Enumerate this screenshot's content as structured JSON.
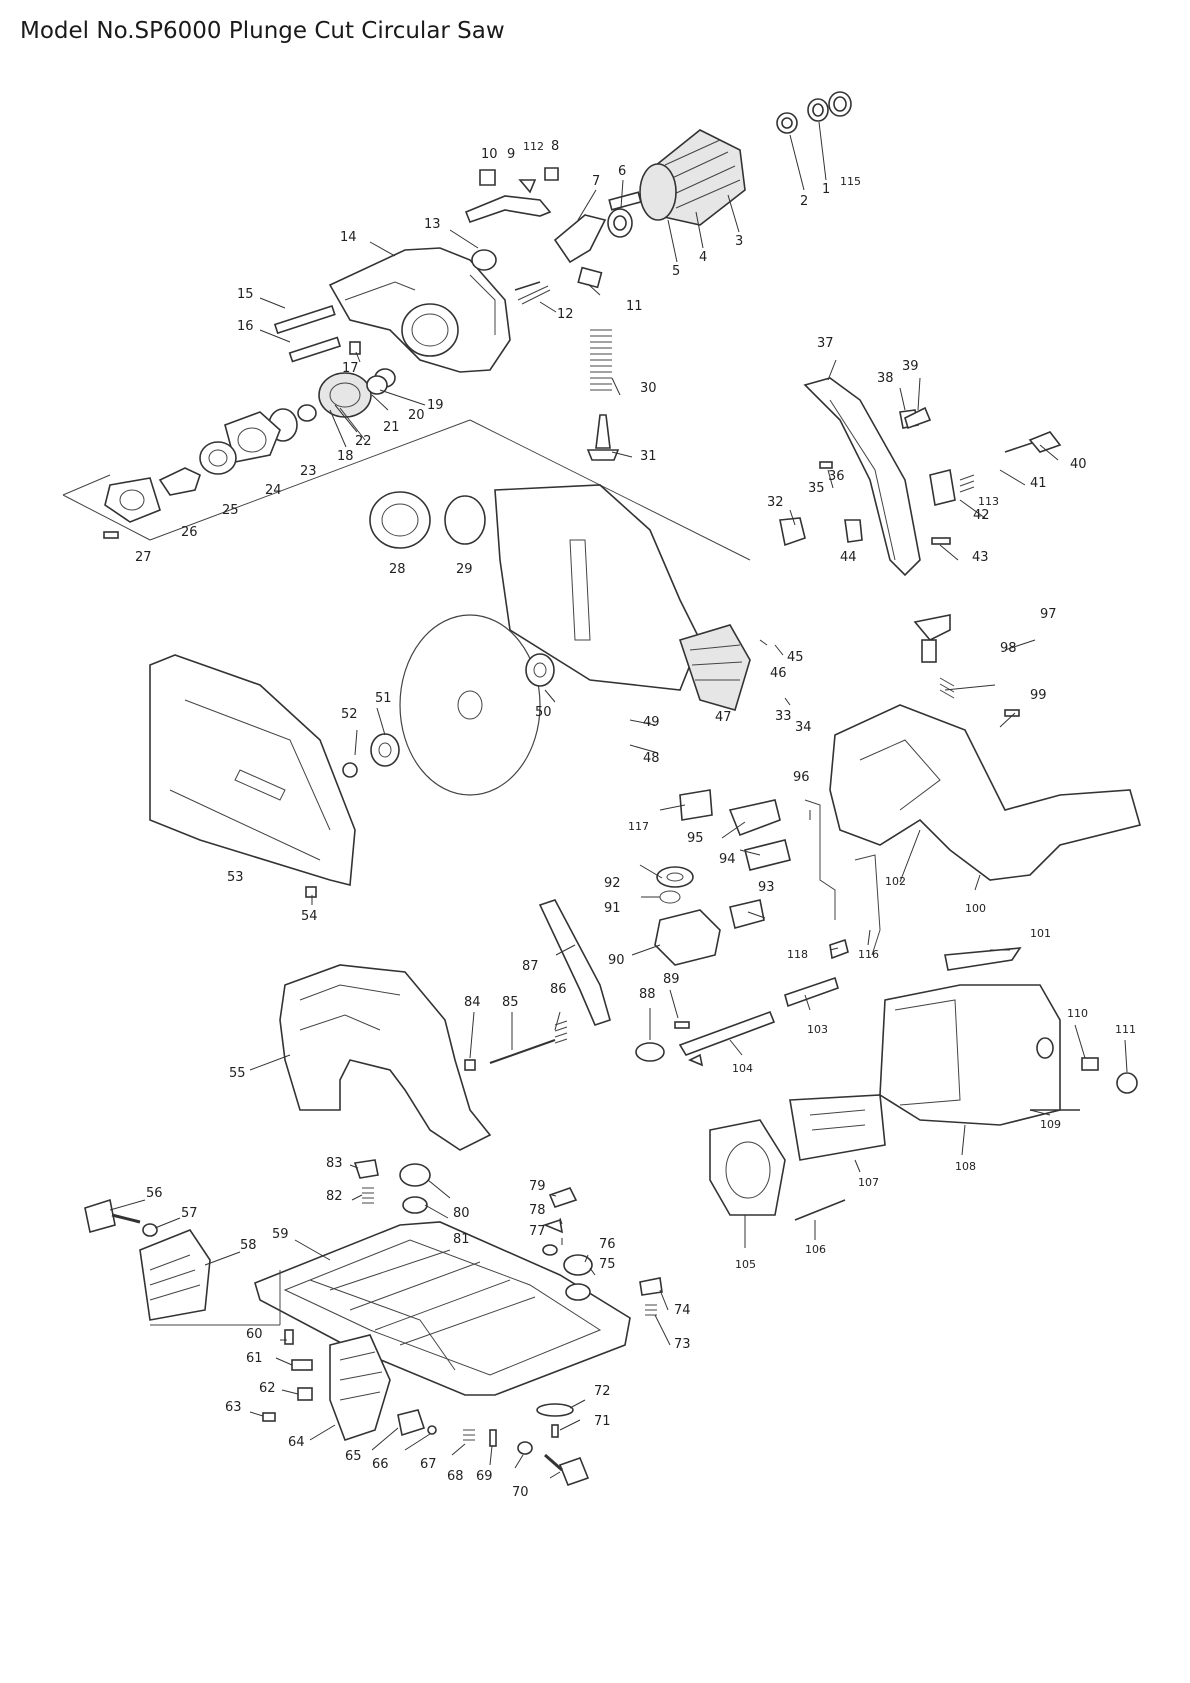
{
  "page": {
    "title": "Model No.SP6000 Plunge Cut Circular Saw"
  },
  "diagram": {
    "labels": [
      "1",
      "2",
      "3",
      "4",
      "5",
      "6",
      "7",
      "8",
      "9",
      "10",
      "11",
      "12",
      "13",
      "14",
      "15",
      "16",
      "17",
      "18",
      "19",
      "20",
      "21",
      "22",
      "23",
      "24",
      "25",
      "26",
      "27",
      "28",
      "29",
      "30",
      "31",
      "32",
      "33",
      "34",
      "35",
      "36",
      "37",
      "38",
      "39",
      "40",
      "41",
      "42",
      "43",
      "44",
      "45",
      "46",
      "47",
      "48",
      "49",
      "50",
      "51",
      "52",
      "53",
      "54",
      "55",
      "56",
      "57",
      "58",
      "59",
      "60",
      "61",
      "62",
      "63",
      "64",
      "65",
      "66",
      "67",
      "68",
      "69",
      "70",
      "71",
      "72",
      "73",
      "74",
      "75",
      "76",
      "77",
      "78",
      "79",
      "80",
      "81",
      "82",
      "83",
      "84",
      "85",
      "86",
      "87",
      "88",
      "89",
      "90",
      "91",
      "92",
      "93",
      "94",
      "95",
      "96",
      "97",
      "98",
      "99",
      "100",
      "101",
      "102",
      "103",
      "104",
      "105",
      "106",
      "107",
      "108",
      "109",
      "110",
      "111",
      "112",
      "113",
      "115",
      "116",
      "117",
      "118"
    ]
  }
}
